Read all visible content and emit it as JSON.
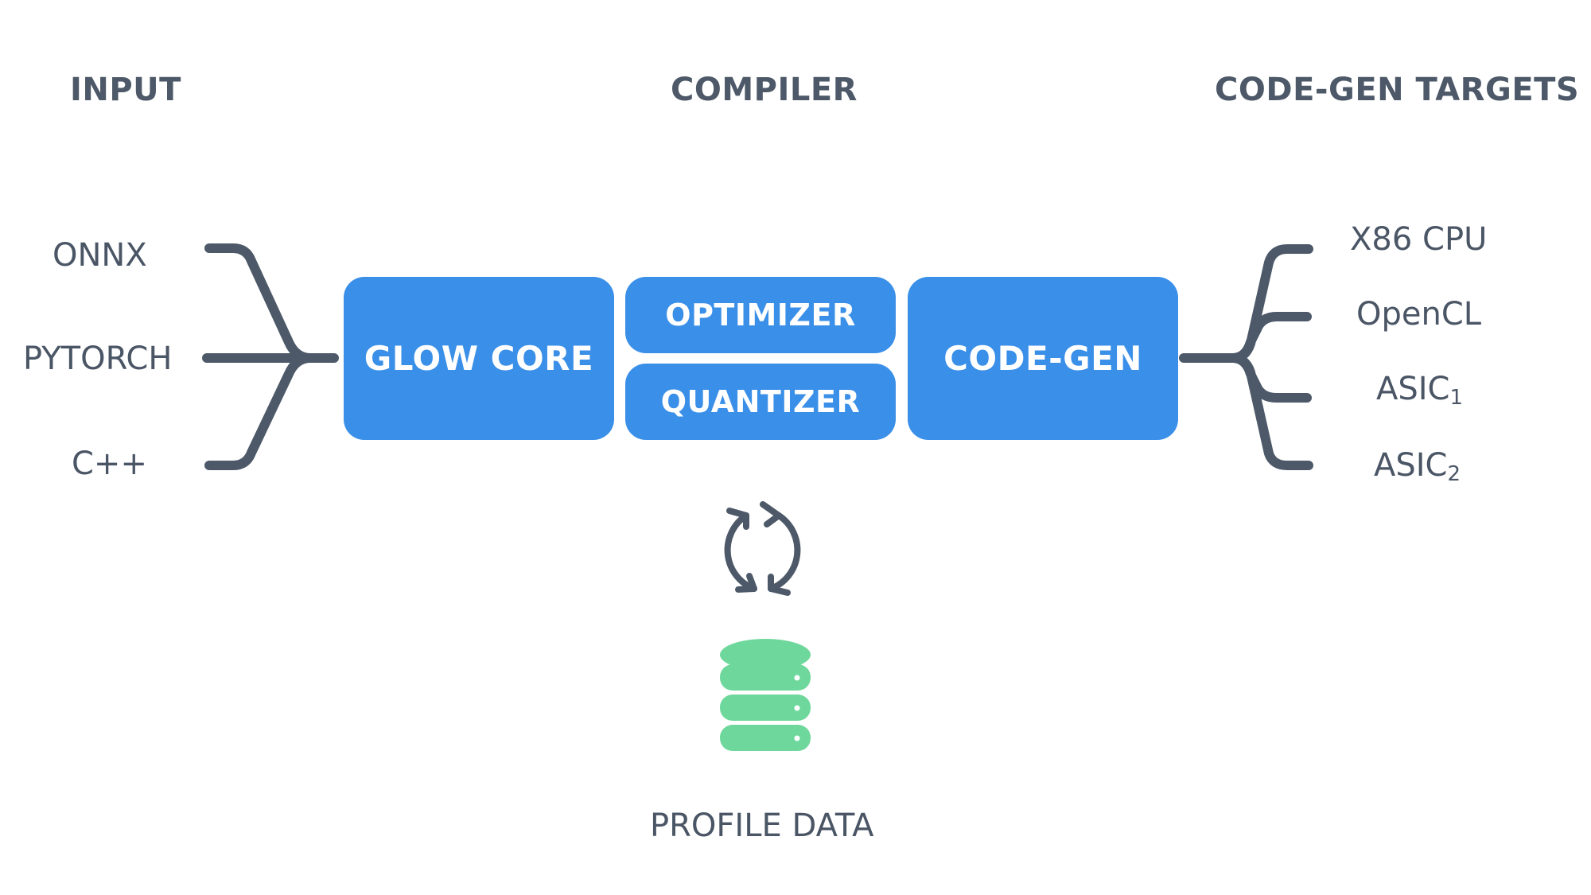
{
  "headings": {
    "input": "INPUT",
    "compiler": "COMPILER",
    "targets": "CODE-GEN TARGETS"
  },
  "inputs": [
    "ONNX",
    "PYTORCH",
    "C++"
  ],
  "blocks": {
    "core": "GLOW CORE",
    "optimizer": "OPTIMIZER",
    "quantizer": "QUANTIZER",
    "codegen": "CODE-GEN"
  },
  "targets": {
    "x86": "X86 CPU",
    "opencl": "OpenCL",
    "asic1_base": "ASIC",
    "asic1_sub": "1",
    "asic2_base": "ASIC",
    "asic2_sub": "2"
  },
  "profile": {
    "label": "PROFILE DATA"
  },
  "colors": {
    "box": "#3a8fe8",
    "connector": "#4d5968",
    "database": "#6ed89c",
    "text": "#4a5565"
  },
  "icons": [
    "refresh-cycle-icon",
    "database-icon"
  ]
}
